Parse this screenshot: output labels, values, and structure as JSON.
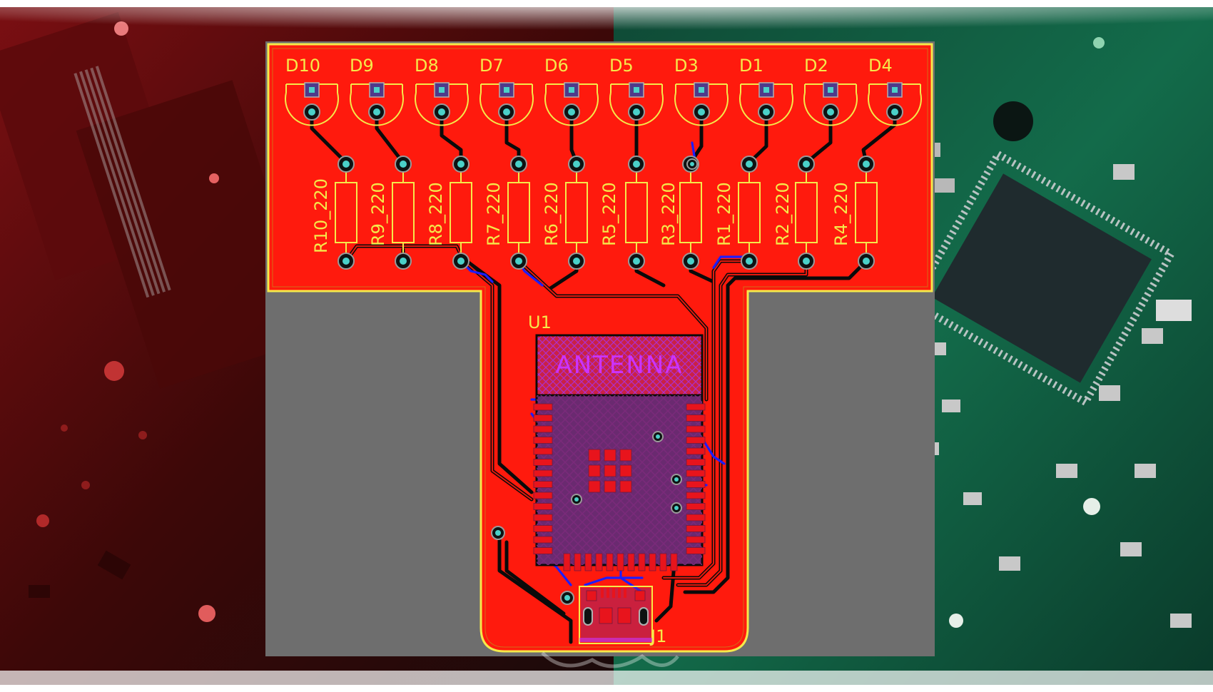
{
  "board": {
    "diodes": [
      "D10",
      "D9",
      "D8",
      "D7",
      "D6",
      "D5",
      "D3",
      "D1",
      "D2",
      "D4"
    ],
    "resistors": [
      "R10_220",
      "R9_220",
      "R8_220",
      "R7_220",
      "R6_220",
      "R5_220",
      "R3_220",
      "R1_220",
      "R2_220",
      "R4_220"
    ],
    "module_ref": "U1",
    "antenna_label": "ANTENNA",
    "connector_ref": "J1"
  },
  "colors": {
    "copper": "#ff1a0d",
    "silkscreen": "#f5e94a",
    "board_gray": "#6e6e6e",
    "trace_blue": "#1d1dff",
    "antenna_hatch": "#cc33ff"
  },
  "icons": {
    "watermark": "watermark-logo"
  }
}
